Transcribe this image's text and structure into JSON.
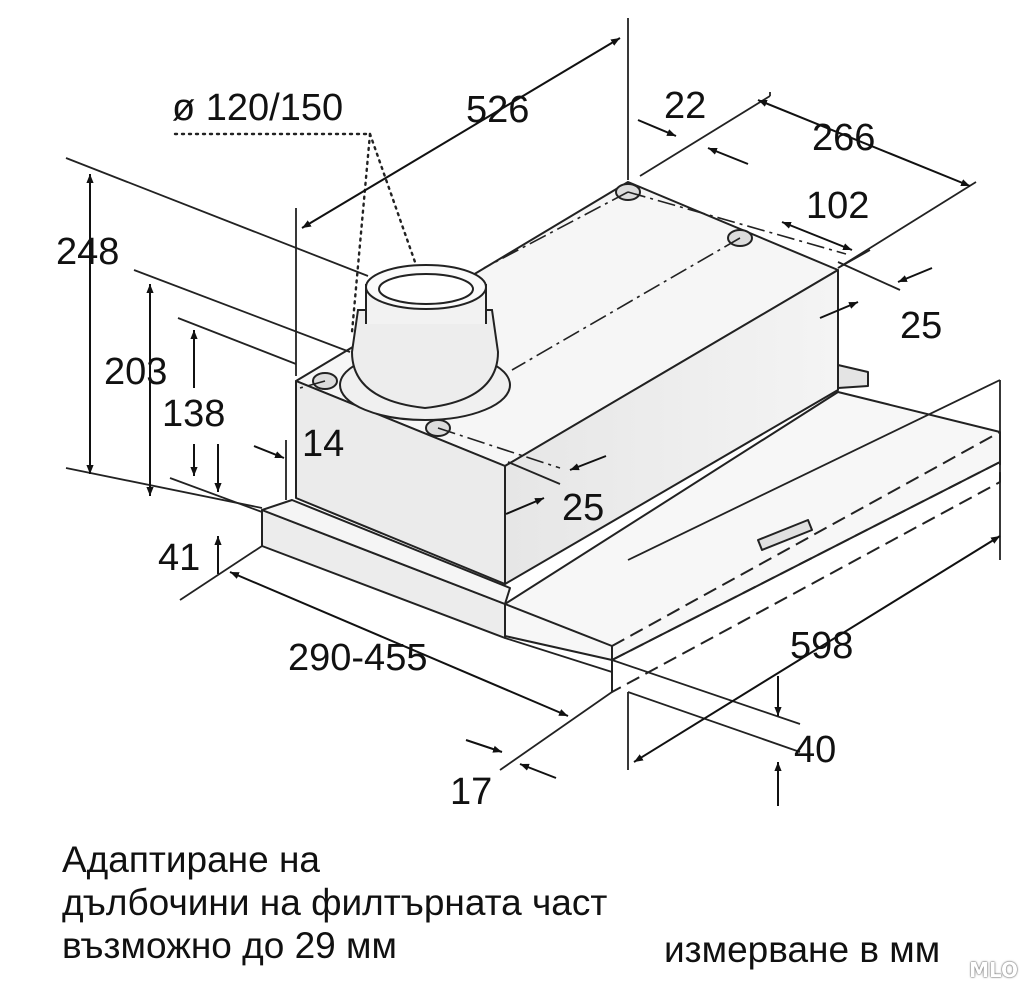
{
  "dimensions": {
    "d526": "526",
    "d22": "22",
    "d266": "266",
    "d102": "102",
    "d25_top": "25",
    "d248": "248",
    "d203": "203",
    "d138": "138",
    "d14": "14",
    "d25_mid": "25",
    "d41": "41",
    "d290_455": "290-455",
    "d598": "598",
    "d40": "40",
    "d17": "17",
    "duct": "ø 120/150"
  },
  "notes": {
    "line1": "Адаптиране на",
    "line2": "дълбочини на филтърната част",
    "line3": "възможно до 29 мм",
    "units": "измерване в мм"
  },
  "watermark": "MLO"
}
